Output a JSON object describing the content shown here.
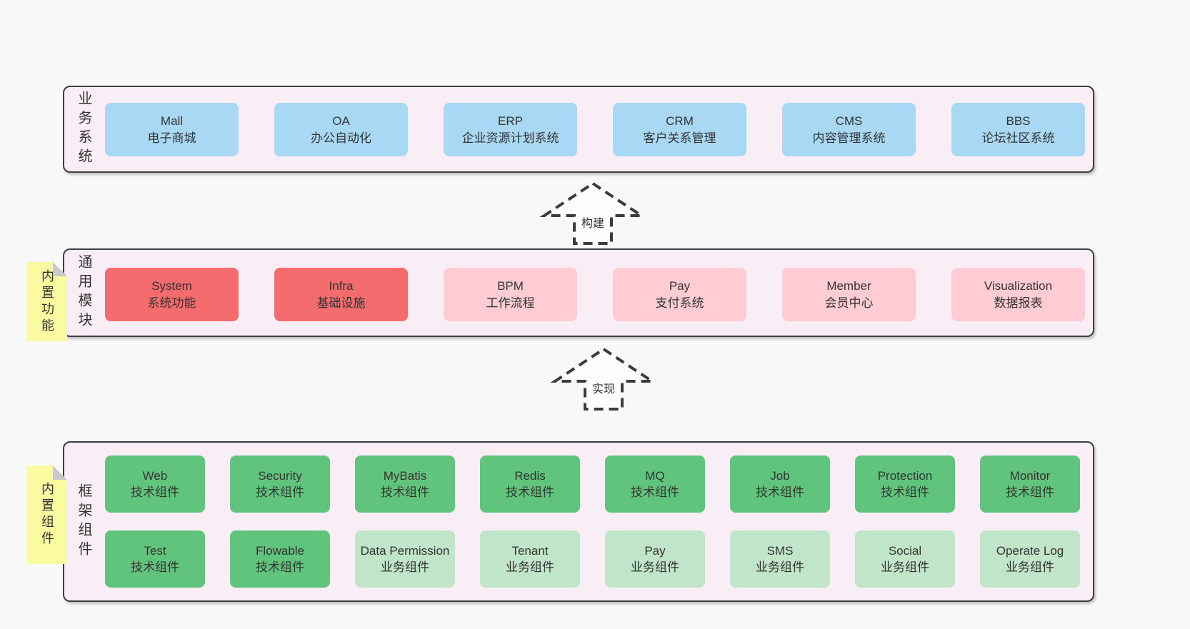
{
  "colors": {
    "page_background": "#f8f8f8",
    "panel_background": "#f9edf6",
    "panel_border": "#3f3f3f",
    "box_blue": "#a8d8f4",
    "box_red": "#f56c6f",
    "box_pink": "#ffccd4",
    "box_green": "#61c47c",
    "box_lightgreen": "#c1e5c8",
    "sticky_yellow": "#fafaa0",
    "sticky_fold": "#c9c9c9",
    "text": "#333333"
  },
  "arrows": {
    "build": "构建",
    "implement": "实现"
  },
  "sections": {
    "business": {
      "label": "业务系统",
      "boxes": [
        {
          "title": "Mall",
          "subtitle": "电子商城",
          "variant": "blue"
        },
        {
          "title": "OA",
          "subtitle": "办公自动化",
          "variant": "blue"
        },
        {
          "title": "ERP",
          "subtitle": "企业资源计划系统",
          "variant": "blue"
        },
        {
          "title": "CRM",
          "subtitle": "客户关系管理",
          "variant": "blue"
        },
        {
          "title": "CMS",
          "subtitle": "内容管理系统",
          "variant": "blue"
        },
        {
          "title": "BBS",
          "subtitle": "论坛社区系统",
          "variant": "blue"
        }
      ]
    },
    "modules": {
      "label": "通用模块",
      "sticky": "内置功能",
      "boxes": [
        {
          "title": "System",
          "subtitle": "系统功能",
          "variant": "red"
        },
        {
          "title": "Infra",
          "subtitle": "基础设施",
          "variant": "red"
        },
        {
          "title": "BPM",
          "subtitle": "工作流程",
          "variant": "pink"
        },
        {
          "title": "Pay",
          "subtitle": "支付系统",
          "variant": "pink"
        },
        {
          "title": "Member",
          "subtitle": "会员中心",
          "variant": "pink"
        },
        {
          "title": "Visualization",
          "subtitle": "数据报表",
          "variant": "pink"
        }
      ]
    },
    "components": {
      "label": "框架组件",
      "sticky": "内置组件",
      "rows": [
        [
          {
            "title": "Web",
            "subtitle": "技术组件",
            "variant": "green"
          },
          {
            "title": "Security",
            "subtitle": "技术组件",
            "variant": "green"
          },
          {
            "title": "MyBatis",
            "subtitle": "技术组件",
            "variant": "green"
          },
          {
            "title": "Redis",
            "subtitle": "技术组件",
            "variant": "green"
          },
          {
            "title": "MQ",
            "subtitle": "技术组件",
            "variant": "green"
          },
          {
            "title": "Job",
            "subtitle": "技术组件",
            "variant": "green"
          },
          {
            "title": "Protection",
            "subtitle": "技术组件",
            "variant": "green"
          },
          {
            "title": "Monitor",
            "subtitle": "技术组件",
            "variant": "green"
          }
        ],
        [
          {
            "title": "Test",
            "subtitle": "技术组件",
            "variant": "green"
          },
          {
            "title": "Flowable",
            "subtitle": "技术组件",
            "variant": "green"
          },
          {
            "title": "Data Permission",
            "subtitle": "业务组件",
            "variant": "lightgreen"
          },
          {
            "title": "Tenant",
            "subtitle": "业务组件",
            "variant": "lightgreen"
          },
          {
            "title": "Pay",
            "subtitle": "业务组件",
            "variant": "lightgreen"
          },
          {
            "title": "SMS",
            "subtitle": "业务组件",
            "variant": "lightgreen"
          },
          {
            "title": "Social",
            "subtitle": "业务组件",
            "variant": "lightgreen"
          },
          {
            "title": "Operate Log",
            "subtitle": "业务组件",
            "variant": "lightgreen"
          }
        ]
      ]
    }
  }
}
